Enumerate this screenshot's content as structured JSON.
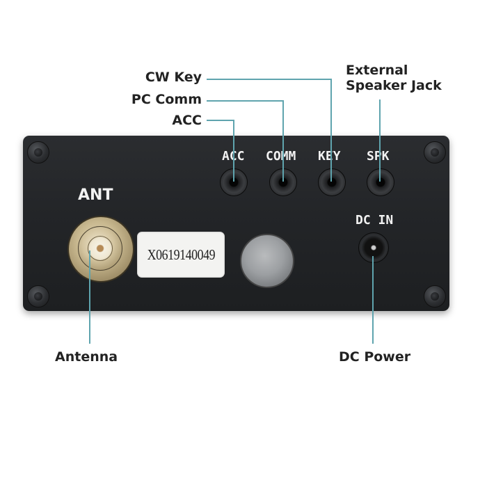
{
  "callouts": {
    "cw_key": "CW Key",
    "pc_comm": "PC Comm",
    "acc": "ACC",
    "external_speaker_line1": "External",
    "external_speaker_line2": "Speaker Jack",
    "antenna": "Antenna",
    "dc_power": "DC Power"
  },
  "panel": {
    "port_labels": {
      "acc": "ACC",
      "comm": "COMM",
      "key": "KEY",
      "spk": "SPK",
      "dc_in": "DC IN",
      "ant": "ANT"
    },
    "serial_number": "X0619140049"
  },
  "colors": {
    "leader_line": "#5fa4ae",
    "panel": "#232528",
    "label_text": "#222222"
  }
}
